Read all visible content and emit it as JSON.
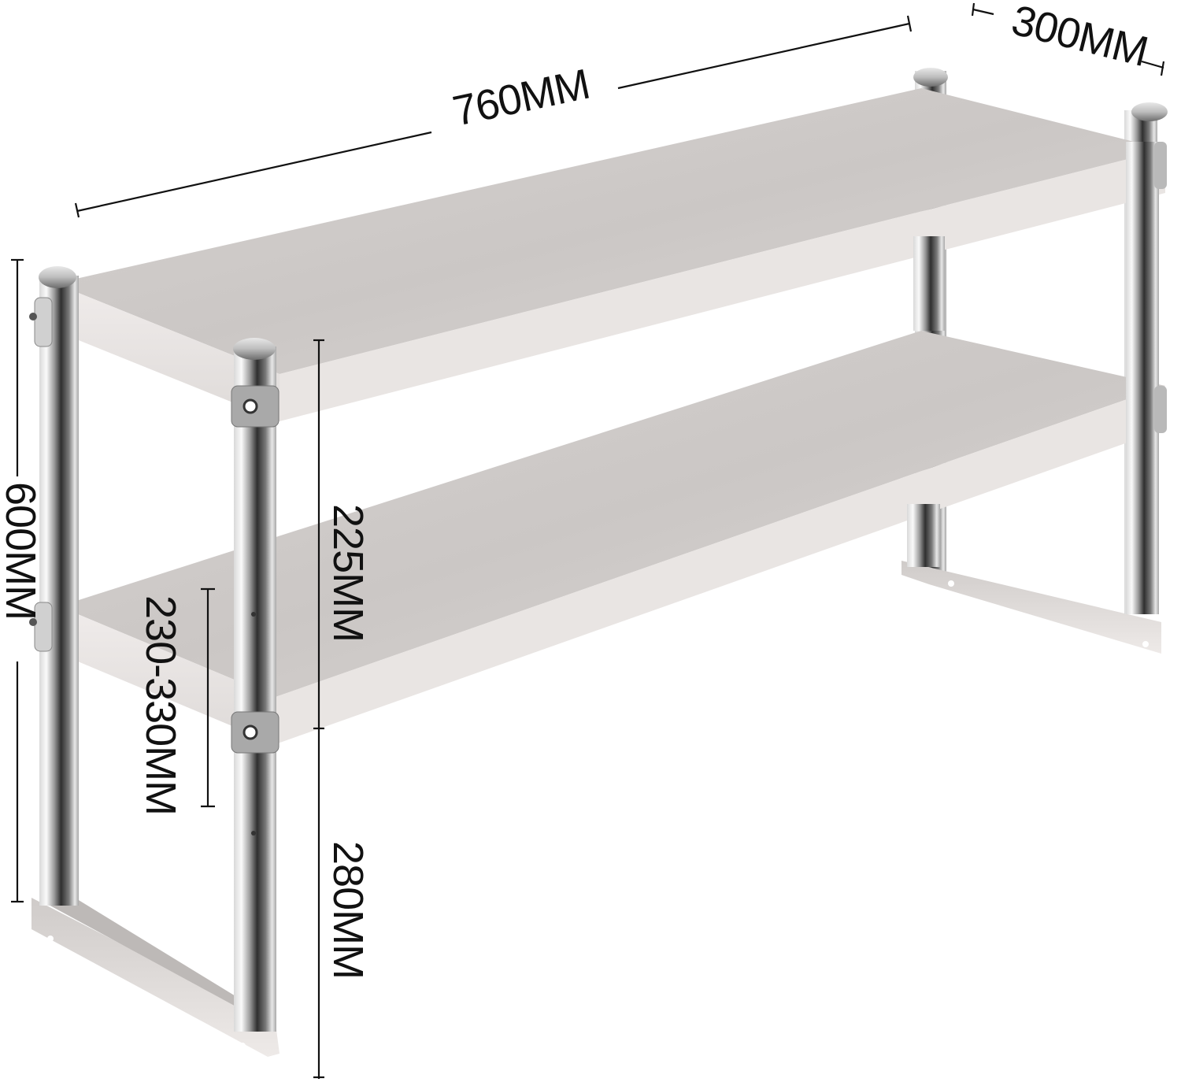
{
  "diagram": {
    "subject": "Two-tier stainless steel overshelf",
    "colors": {
      "background": "#ffffff",
      "shelf_top": "#cfcbc9",
      "shelf_front": "#e6e2e0",
      "post_light": "#f2f2f2",
      "post_dark": "#3a3a3a",
      "dimension_line": "#111111"
    },
    "dimensions": {
      "length": {
        "label": "760MM",
        "orientation": "along top back edge"
      },
      "depth": {
        "label": "300MM",
        "orientation": "along top right edge"
      },
      "total_height": {
        "label": "600MM",
        "orientation": "vertical, left side"
      },
      "upper_gap": {
        "label": "225MM",
        "orientation": "vertical, between shelves"
      },
      "adjustable_range": {
        "label": "230-330MM",
        "orientation": "vertical, lower shelf adjustment"
      },
      "lower_height": {
        "label": "280MM",
        "orientation": "vertical, lower shelf to base"
      }
    }
  }
}
